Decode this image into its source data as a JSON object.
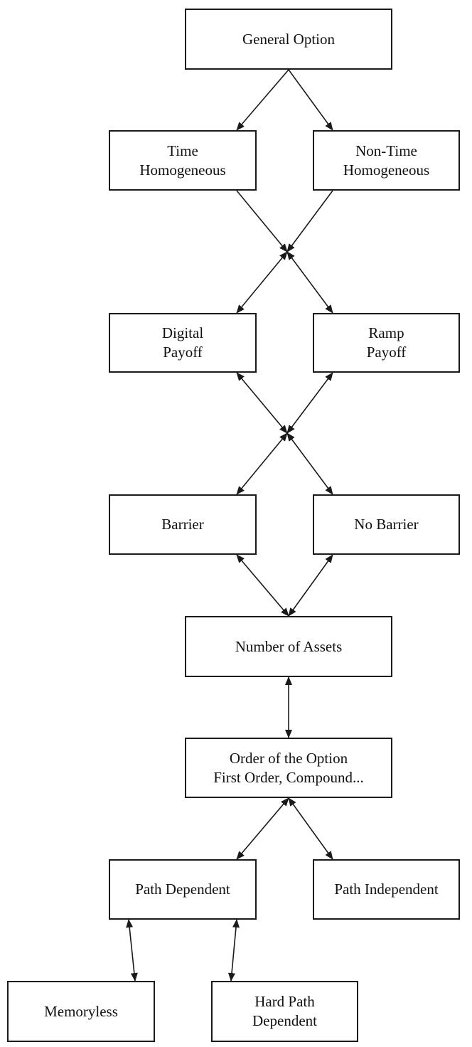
{
  "diagram": {
    "nodes": [
      {
        "id": "general-option",
        "lines": [
          "General Option"
        ]
      },
      {
        "id": "time-homogeneous",
        "lines": [
          "Time",
          "Homogeneous"
        ]
      },
      {
        "id": "non-time-homogeneous",
        "lines": [
          "Non-Time",
          "Homogeneous"
        ]
      },
      {
        "id": "digital-payoff",
        "lines": [
          "Digital",
          "Payoff"
        ]
      },
      {
        "id": "ramp-payoff",
        "lines": [
          "Ramp",
          "Payoff"
        ]
      },
      {
        "id": "barrier",
        "lines": [
          "Barrier"
        ]
      },
      {
        "id": "no-barrier",
        "lines": [
          "No Barrier"
        ]
      },
      {
        "id": "number-of-assets",
        "lines": [
          "Number of Assets"
        ]
      },
      {
        "id": "order-of-the-option",
        "lines": [
          "Order of the Option",
          "First Order, Compound..."
        ]
      },
      {
        "id": "path-dependent",
        "lines": [
          "Path Dependent"
        ]
      },
      {
        "id": "path-independent",
        "lines": [
          "Path Independent"
        ]
      },
      {
        "id": "memoryless",
        "lines": [
          "Memoryless"
        ]
      },
      {
        "id": "hard-path-dependent",
        "lines": [
          "Hard Path",
          "Dependent"
        ]
      }
    ],
    "edges": [
      {
        "from": "general-option",
        "to": "time-homogeneous",
        "arrows": "end"
      },
      {
        "from": "general-option",
        "to": "non-time-homogeneous",
        "arrows": "end"
      },
      {
        "from": "time-homogeneous",
        "to": "junction-1",
        "arrows": "end"
      },
      {
        "from": "non-time-homogeneous",
        "to": "junction-1",
        "arrows": "end"
      },
      {
        "from": "junction-1",
        "to": "digital-payoff",
        "arrows": "both"
      },
      {
        "from": "junction-1",
        "to": "ramp-payoff",
        "arrows": "both"
      },
      {
        "from": "digital-payoff",
        "to": "junction-2",
        "arrows": "both"
      },
      {
        "from": "ramp-payoff",
        "to": "junction-2",
        "arrows": "both"
      },
      {
        "from": "junction-2",
        "to": "barrier",
        "arrows": "both"
      },
      {
        "from": "junction-2",
        "to": "no-barrier",
        "arrows": "both"
      },
      {
        "from": "barrier",
        "to": "number-of-assets",
        "arrows": "both"
      },
      {
        "from": "no-barrier",
        "to": "number-of-assets",
        "arrows": "both"
      },
      {
        "from": "number-of-assets",
        "to": "order-of-the-option",
        "arrows": "both"
      },
      {
        "from": "order-of-the-option",
        "to": "path-dependent",
        "arrows": "both"
      },
      {
        "from": "order-of-the-option",
        "to": "path-independent",
        "arrows": "both"
      },
      {
        "from": "path-dependent",
        "to": "memoryless",
        "arrows": "both"
      },
      {
        "from": "path-dependent",
        "to": "hard-path-dependent",
        "arrows": "both"
      }
    ],
    "colors": {
      "stroke": "#1a1a1a",
      "text": "#111111",
      "background": "#ffffff"
    }
  }
}
